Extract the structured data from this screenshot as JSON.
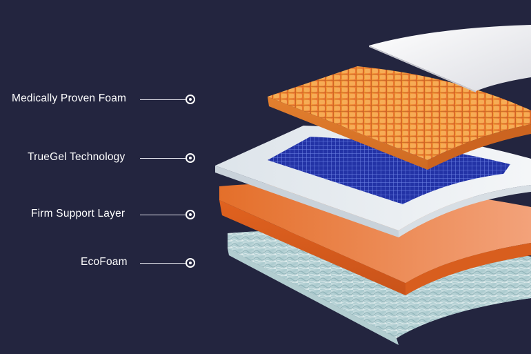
{
  "layers": [
    {
      "label": "Medically Proven Foam",
      "color": "#f0962e"
    },
    {
      "label": "TrueGel Technology",
      "color": "#2436a8"
    },
    {
      "label": "Firm Support Layer",
      "color": "#e8722c"
    },
    {
      "label": "EcoFoam",
      "color": "#b7d3d6"
    }
  ],
  "colors": {
    "background": "#23253f",
    "cover": "#f2f2f4",
    "gel_frame": "#e9eef2",
    "text": "#ffffff"
  }
}
